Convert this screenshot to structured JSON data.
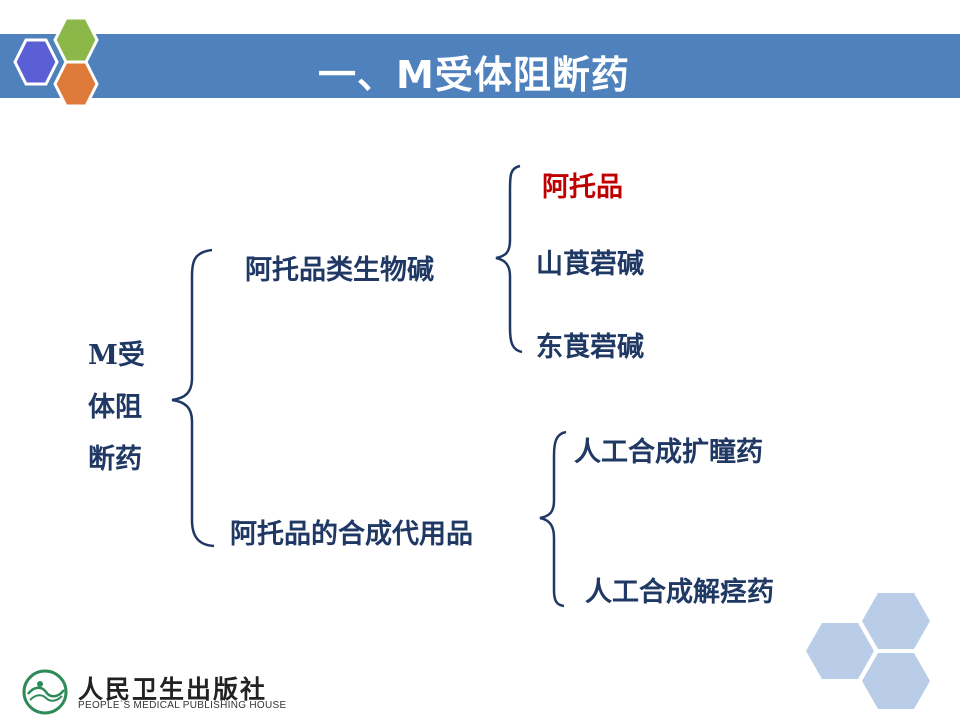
{
  "title": "一、M受体阻断药",
  "root": {
    "line1_prefix": "M",
    "line1_rest": "受",
    "line2": "体阻",
    "line3": "断药"
  },
  "branches": [
    {
      "label": "阿托品类生物碱",
      "children": [
        {
          "label": "阿托品",
          "color": "#c00000"
        },
        {
          "label": "山莨菪碱"
        },
        {
          "label": "东莨菪碱"
        }
      ]
    },
    {
      "label": "阿托品的合成代用品",
      "children": [
        {
          "label": "人工合成扩瞳药"
        },
        {
          "label": "人工合成解痉药"
        }
      ]
    }
  ],
  "publisher": {
    "name_cn": "人民卫生出版社",
    "name_en": "PEOPLE`S MEDICAL PUBLISHING HOUSE"
  },
  "colors": {
    "title_bar": "#4f81bd",
    "text": "#1f3864",
    "highlight": "#c00000",
    "hex_blue": "#5b5fd6",
    "hex_green": "#8cb84a",
    "hex_orange": "#e07a3a",
    "hex_light": "#b9cde8"
  }
}
